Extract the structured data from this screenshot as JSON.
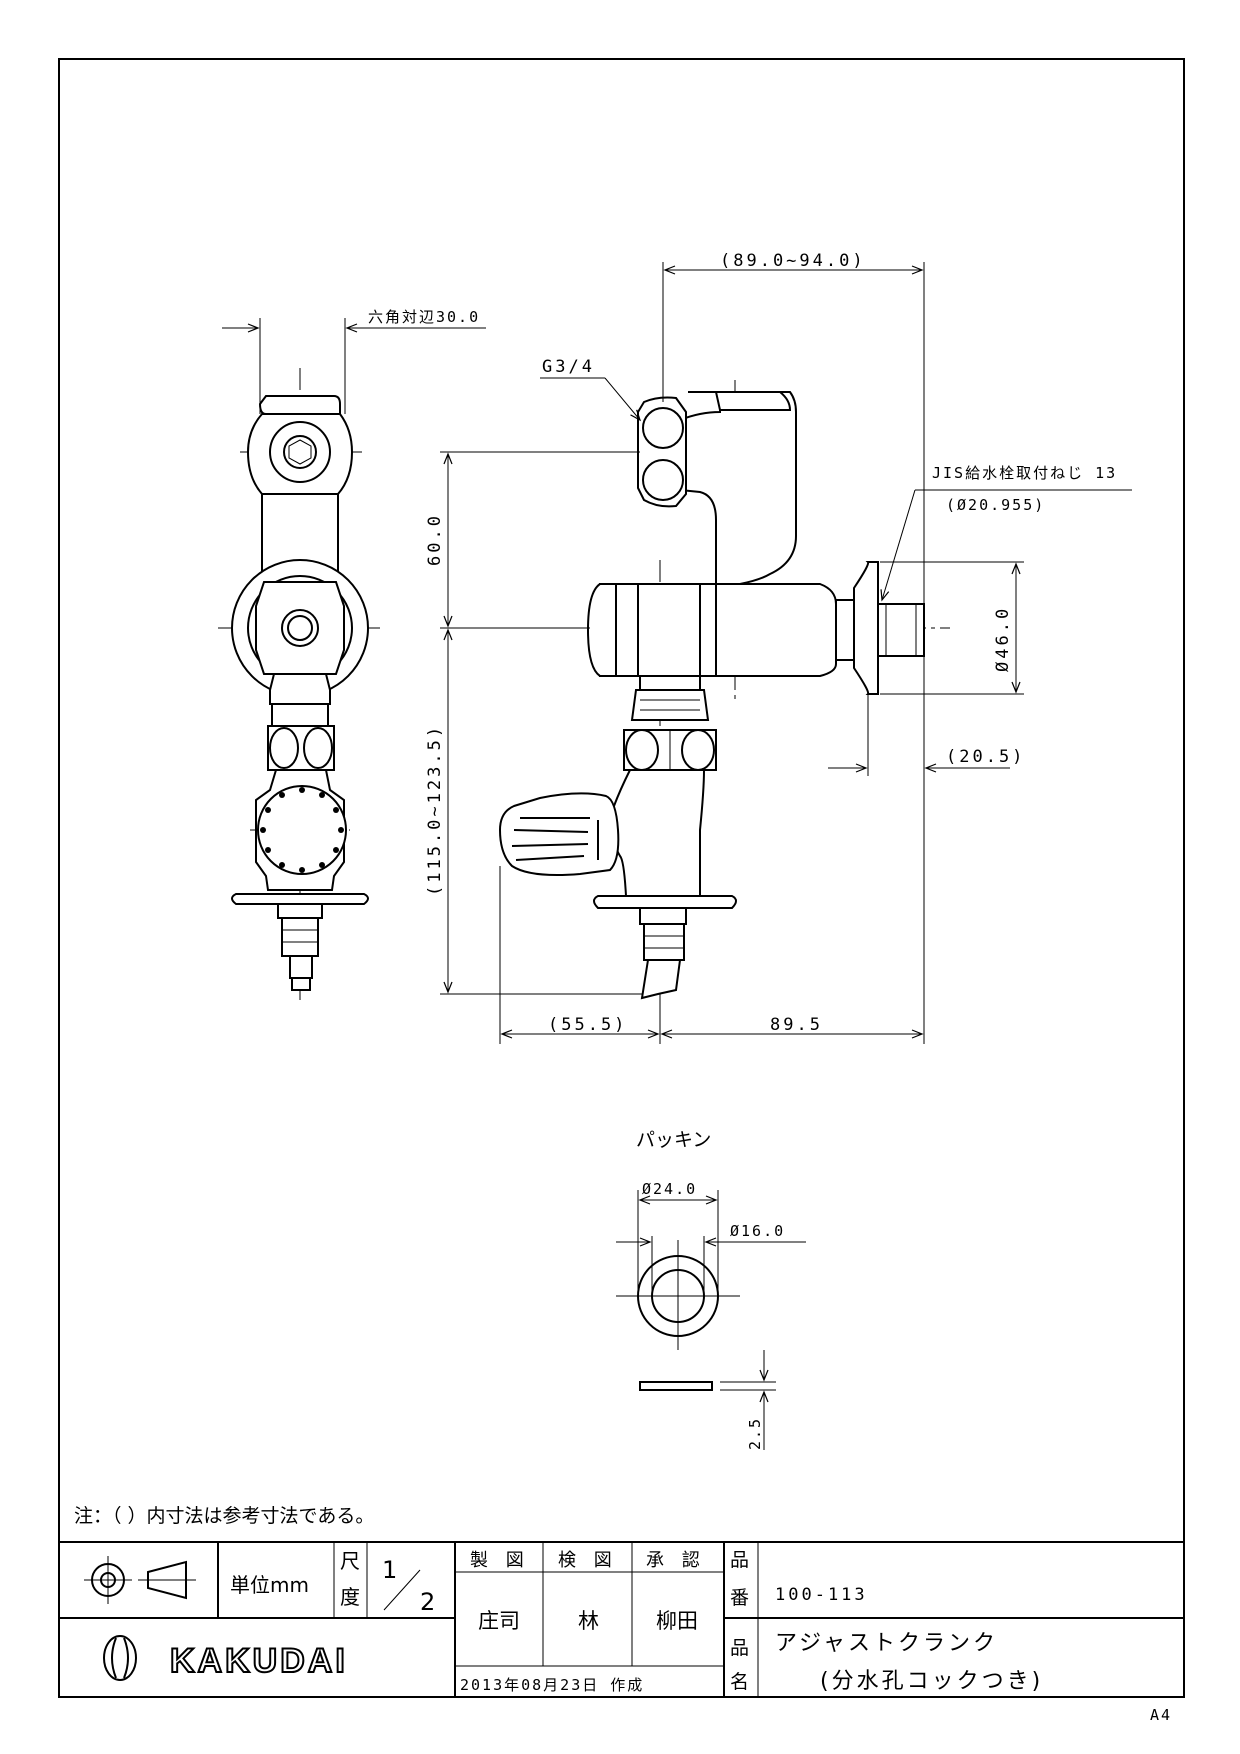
{
  "dimensions": {
    "hex_across_flats": "六角対辺30.0",
    "overall_width": "(89.0~94.0)",
    "inlet_thread": "G3/4",
    "jis_thread_line1": "JIS給水栓取付ねじ 13",
    "jis_thread_line2": "(Ø20.955)",
    "height_60": "60.0",
    "height_range": "(115.0~123.5)",
    "flange_dia": "Ø46.0",
    "protrusion": "(20.5)",
    "left_extent": "(55.5)",
    "right_extent": "89.5"
  },
  "packing": {
    "title": "パッキン",
    "outer_dia": "Ø24.0",
    "inner_dia": "Ø16.0",
    "thickness": "2.5"
  },
  "note": "注：（ ）内寸法は参考寸法である。",
  "title_block": {
    "unit_label": "単位mm",
    "scale_label_1": "尺",
    "scale_label_2": "度",
    "scale_num": "1",
    "scale_den": "2",
    "drawn_header": "製 図",
    "checked_header": "検 図",
    "approved_header": "承 認",
    "drawn_by": "庄司",
    "checked_by": "林",
    "approved_by": "柳田",
    "date": "2013年08月23日 作成",
    "part_no_label_1": "品",
    "part_no_label_2": "番",
    "part_no": "100-113",
    "name_label_1": "品",
    "name_label_2": "名",
    "product_name_line1": "アジャストクランク",
    "product_name_line2": "(分水孔コックつき)",
    "brand": "KAKUDAI",
    "paper_size": "A4"
  }
}
